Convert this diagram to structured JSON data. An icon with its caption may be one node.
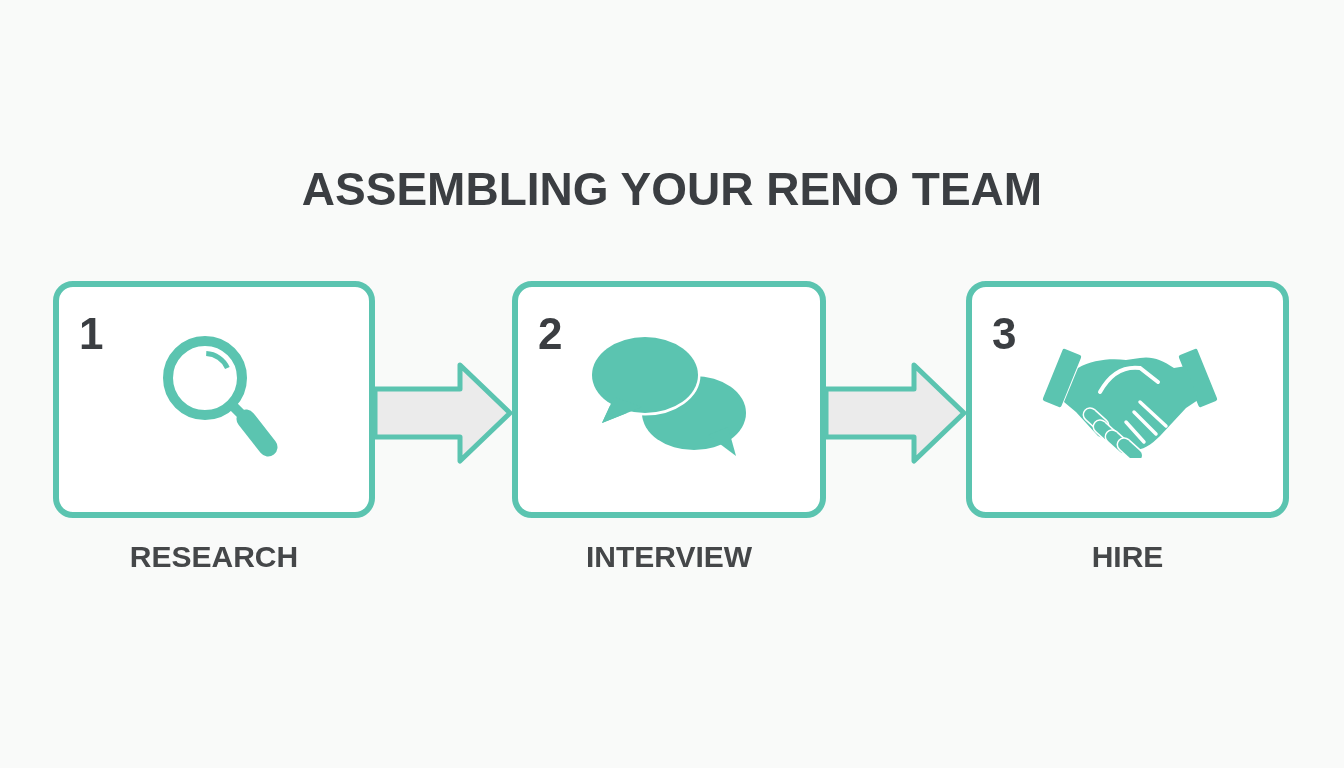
{
  "diagram": {
    "title": "ASSEMBLING YOUR RENO TEAM",
    "nodes": [
      {
        "text": [
          "1"
        ],
        "beside": [
          "RESEARCH"
        ]
      },
      {
        "text": [
          "2"
        ],
        "beside": [
          "INTERVIEW"
        ]
      },
      {
        "text": [
          "3"
        ],
        "beside": [
          "HIRE"
        ]
      }
    ],
    "edges": [
      {
        "from": 0,
        "to": 1,
        "arrow": "to",
        "style": "thick"
      },
      {
        "from": 1,
        "to": 2,
        "arrow": "to",
        "style": "thick"
      }
    ]
  }
}
